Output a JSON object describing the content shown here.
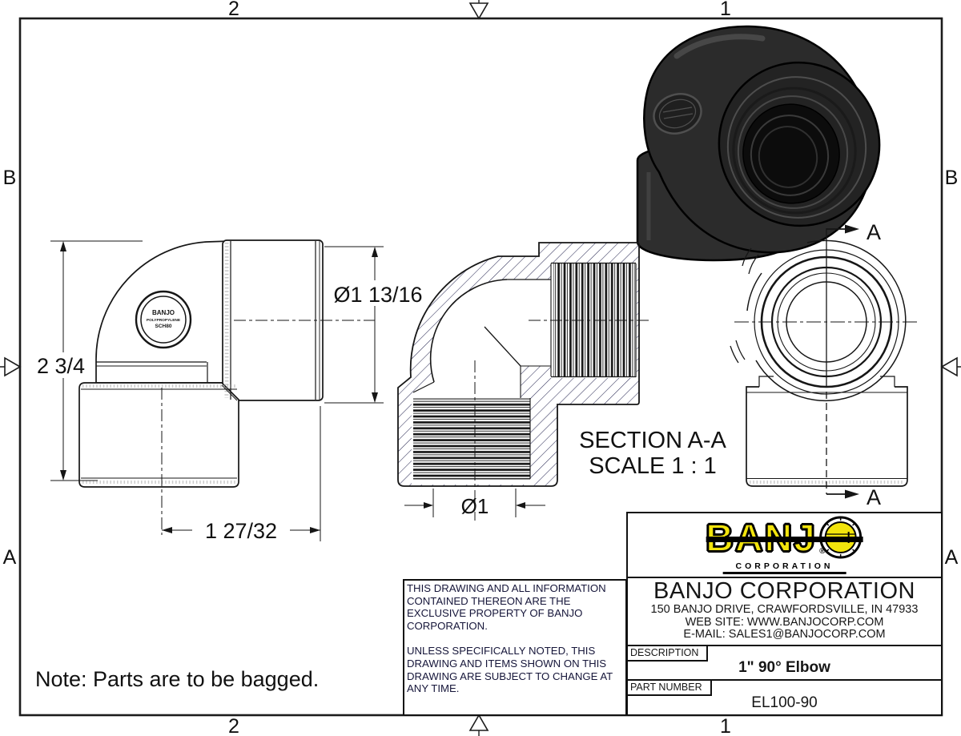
{
  "zones": {
    "col2": "2",
    "col1": "1",
    "rowB": "B",
    "rowA": "A"
  },
  "note_text": "Note: Parts are to be bagged.",
  "dims": {
    "height": "2 3/4",
    "port_dia": "Ø1 13/16",
    "offset": "1 27/32",
    "thread_dia": "Ø1"
  },
  "section": {
    "label": "SECTION A-A",
    "scale": "SCALE 1 : 1",
    "cut": "A"
  },
  "stamp": {
    "l1": "BANJO",
    "l2": "POLYPROPYLENE",
    "l3": "SCH80"
  },
  "title_block": {
    "logo_text": "BANJ",
    "logo_sub": "CORPORATION",
    "logo_reg": "®",
    "company": "BANJO CORPORATION",
    "address": "150 BANJO DRIVE, CRAWFORDSVILLE, IN 47933",
    "website": "WEB SITE: WWW.BANJOCORP.COM",
    "email": "E-MAIL: SALES1@BANJOCORP.COM",
    "description_label": "DESCRIPTION",
    "description": "1\" 90° Elbow",
    "part_number_label": "PART NUMBER",
    "part_number": "EL100-90"
  },
  "legal": {
    "p1": "THIS DRAWING AND ALL INFORMATION CONTAINED THEREON ARE THE EXCLUSIVE PROPERTY OF BANJO CORPORATION.",
    "p2": "UNLESS SPECIFICALLY NOTED, THIS DRAWING AND ITEMS SHOWN ON THIS DRAWING ARE SUBJECT TO CHANGE AT ANY TIME."
  },
  "colors": {
    "line": "#161616",
    "hatch": "#32325a",
    "logo_yellow": "#f2e40c"
  }
}
